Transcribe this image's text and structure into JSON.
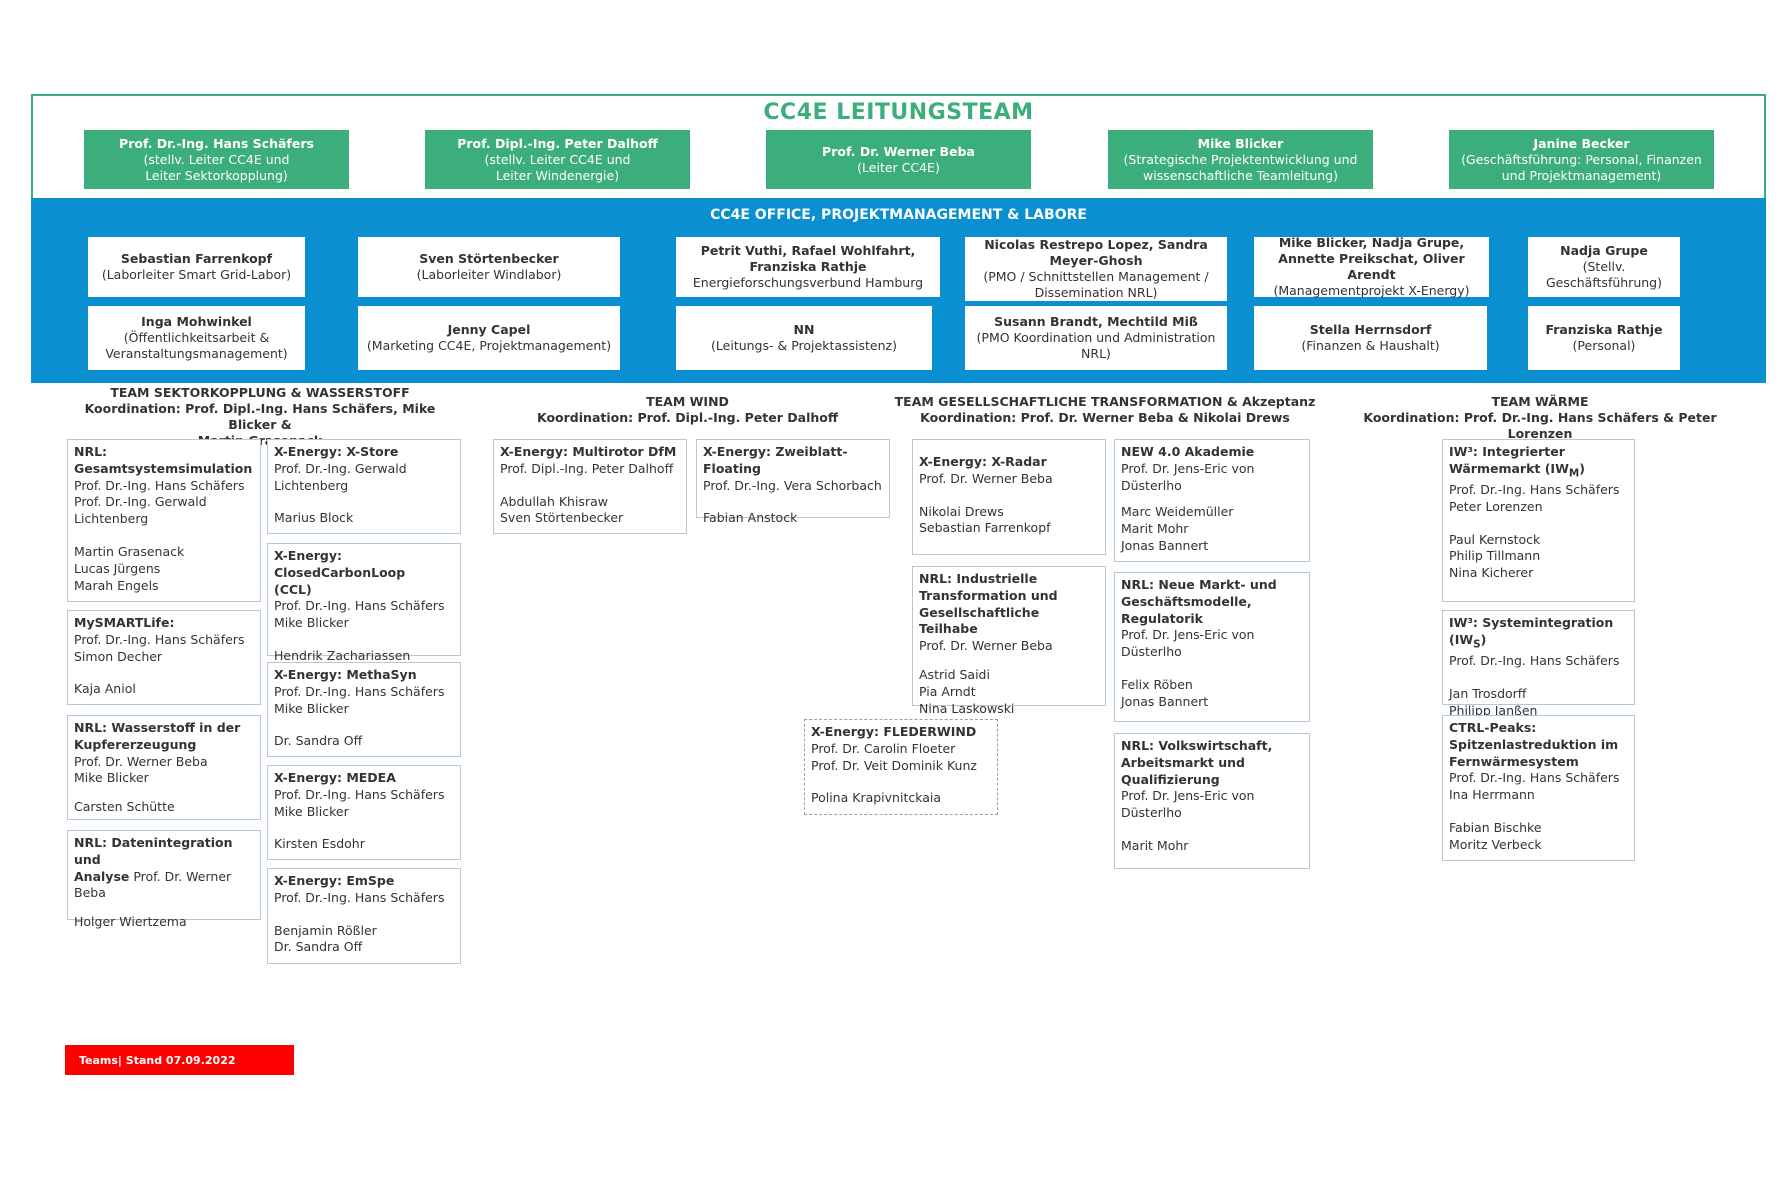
{
  "leitung": {
    "title": "CC4E  LEITUNGSTEAM",
    "members": [
      {
        "name": "Prof. Dr.-Ing. Hans Schäfers",
        "role1": "(stellv. Leiter CC4E und",
        "role2": "Leiter Sektorkopplung)"
      },
      {
        "name": "Prof. Dipl.-Ing. Peter Dalhoff",
        "role1": "(stellv. Leiter CC4E und",
        "role2": "Leiter Windenergie)"
      },
      {
        "name": "Prof. Dr. Werner Beba",
        "role1": "(Leiter CC4E)",
        "role2": ""
      },
      {
        "name": "Mike Blicker",
        "role1": "(Strategische Projektentwicklung und",
        "role2": "wissenschaftliche Teamleitung)"
      },
      {
        "name": "Janine Becker",
        "role1": "(Geschäftsführung: Personal, Finanzen",
        "role2": "und Projektmanagement)"
      }
    ]
  },
  "office": {
    "title": "CC4E OFFICE, PROJEKTMANAGEMENT & LABORE",
    "row1": [
      {
        "name": "Sebastian Farrenkopf",
        "role": "(Laborleiter Smart Grid-Labor)"
      },
      {
        "name": "Sven Störtenbecker",
        "role": "(Laborleiter Windlabor)"
      },
      {
        "name": "Petrit Vuthi, Rafael Wohlfahrt, Franziska Rathje",
        "role": "Energieforschungsverbund Hamburg"
      },
      {
        "name": "Nicolas Restrepo Lopez, Sandra Meyer-Ghosh",
        "role": "(PMO / Schnittstellen Management / Dissemination NRL)"
      },
      {
        "name": "Mike Blicker, Nadja Grupe, Annette Preikschat, Oliver Arendt",
        "role": "(Managementprojekt X-Energy)"
      },
      {
        "name": "Nadja Grupe",
        "role": "(Stellv. Geschäftsführung)"
      }
    ],
    "row2": [
      {
        "name": "Inga Mohwinkel",
        "role": "(Öffentlichkeitsarbeit & Veranstaltungsmanagement)"
      },
      {
        "name": "Jenny Capel",
        "role": "(Marketing CC4E, Projektmanagement)"
      },
      {
        "name": "NN",
        "role": "(Leitungs- & Projektassistenz)"
      },
      {
        "name": "Susann Brandt, Mechtild Miß",
        "role": "(PMO Koordination und Administration NRL)"
      },
      {
        "name": "Stella Herrnsdorf",
        "role": "(Finanzen & Haushalt)"
      },
      {
        "name": "Franziska Rathje",
        "role": "(Personal)"
      }
    ]
  },
  "teams": {
    "sektor": {
      "l1": "TEAM SEKTORKOPPLUNG & WASSERSTOFF",
      "l2": "Koordination: Prof. Dipl.-Ing. Hans Schäfers, Mike Blicker &",
      "l3": "Martin Grasenack"
    },
    "wind": {
      "l1": "TEAM WIND",
      "l2": "Koordination: Prof. Dipl.-Ing. Peter Dalhoff"
    },
    "gesell": {
      "l1": "TEAM GESELLSCHAFTLICHE TRANSFORMATION & Akzeptanz",
      "l2": "Koordination: Prof. Dr. Werner Beba & Nikolai Drews"
    },
    "waerme": {
      "l1": "TEAM WÄRME",
      "l2": "Koordination: Prof. Dr.-Ing. Hans Schäfers & Peter Lorenzen"
    }
  },
  "projects": {
    "nrl_gesamt": {
      "t1": "NRL:",
      "t2": "Gesamtsystemsimulation",
      "a": [
        "Prof. Dr.-Ing. Hans Schäfers",
        "Prof. Dr.-Ing. Gerwald",
        "Lichtenberg"
      ],
      "b": [
        "Martin Grasenack",
        "Lucas Jürgens",
        "Marah Engels"
      ]
    },
    "mysmart": {
      "t1": "MySMARTLife:",
      "a": [
        "Prof. Dr.-Ing. Hans Schäfers",
        "Simon Decher"
      ],
      "b": [
        "Kaja Aniol"
      ]
    },
    "nrl_wasser": {
      "t1": "NRL: Wasserstoff in der",
      "t2": "Kupfererzeugung",
      "a": [
        "Prof. Dr. Werner Beba",
        "Mike Blicker"
      ],
      "b": [
        "Carsten Schütte"
      ]
    },
    "nrl_daten": {
      "t1": "NRL: Datenintegration und",
      "t2": "Analyse",
      "t2b": " Prof. Dr. Werner",
      "a": [
        "Beba"
      ],
      "b": [
        "Holger Wiertzema"
      ]
    },
    "xstore": {
      "t1": "X-Energy: X-Store",
      "a": [
        "Prof. Dr.-Ing. Gerwald",
        "Lichtenberg"
      ],
      "b": [
        "Marius Block"
      ]
    },
    "ccl": {
      "t1": "X-Energy: ClosedCarbonLoop",
      "t2": "(CCL)",
      "a": [
        "Prof. Dr.-Ing. Hans Schäfers",
        "Mike Blicker"
      ],
      "b": [
        "Hendrik Zachariassen"
      ]
    },
    "methasyn": {
      "t1": "X-Energy: MethaSyn",
      "a": [
        "Prof. Dr.-Ing. Hans Schäfers",
        "Mike Blicker"
      ],
      "b": [
        "Dr. Sandra Off"
      ]
    },
    "medea": {
      "t1": "X-Energy: MEDEA",
      "a": [
        "Prof. Dr.-Ing. Hans Schäfers",
        "Mike Blicker"
      ],
      "b": [
        "Kirsten Esdohr"
      ]
    },
    "emspe": {
      "t1": "X-Energy: EmSpe",
      "a": [
        "Prof. Dr.-Ing. Hans Schäfers"
      ],
      "b": [
        "Benjamin Rößler",
        "Dr. Sandra Off"
      ]
    },
    "multirotor": {
      "t1": "X-Energy: Multirotor DfM",
      "a": [
        "Prof. Dipl.-Ing. Peter Dalhoff"
      ],
      "b": [
        "Abdullah Khisraw",
        "Sven Störtenbecker"
      ]
    },
    "zweiblatt": {
      "t1": "X-Energy: Zweiblatt-Floating",
      "a": [
        "Prof. Dr.-Ing. Vera Schorbach"
      ],
      "b": [
        "Fabian Anstock"
      ]
    },
    "xradar": {
      "t1": "X-Energy: X-Radar",
      "a": [
        "Prof. Dr. Werner Beba"
      ],
      "b": [
        "Nikolai Drews",
        "Sebastian Farrenkopf"
      ]
    },
    "nrl_indust": {
      "t1": "NRL: Industrielle",
      "t2": "Transformation und",
      "t3": "Gesellschaftliche Teilhabe",
      "a": [
        "Prof. Dr. Werner Beba"
      ],
      "b": [
        "Astrid Saidi",
        "Pia Arndt",
        "Nina Laskowski"
      ]
    },
    "flederwind": {
      "t1": "X-Energy: FLEDERWIND",
      "a": [
        "Prof. Dr. Carolin Floeter",
        "Prof. Dr. Veit Dominik Kunz"
      ],
      "b": [
        "Polina Krapivnitckaia"
      ]
    },
    "new40": {
      "t1": "NEW 4.0 Akademie",
      "a": [
        "Prof. Dr. Jens-Eric von",
        "Düsterlho"
      ],
      "b": [
        "Marc Weidemüller",
        "Marit Mohr",
        "Jonas Bannert"
      ]
    },
    "nrl_markt": {
      "t1": "NRL: Neue Markt- und",
      "t2": "Geschäftsmodelle,",
      "t3": "Regulatorik",
      "a": [
        "Prof. Dr. Jens-Eric von",
        "Düsterlho"
      ],
      "b": [
        "Felix Röben",
        "Jonas Bannert"
      ]
    },
    "nrl_volks": {
      "t1": "NRL: Volkswirtschaft,",
      "t2": "Arbeitsmarkt und",
      "t3": "Qualifizierung",
      "a": [
        "Prof. Dr. Jens-Eric von",
        "Düsterlho"
      ],
      "b": [
        "Marit Mohr"
      ]
    },
    "iw3_markt": {
      "t1": "IW³: Integrierter",
      "t2": "Wärmemarkt (IW",
      "t2sub": "M",
      "t2end": ")",
      "a": [
        "Prof. Dr.-Ing. Hans Schäfers",
        "Peter Lorenzen"
      ],
      "b": [
        "Paul Kernstock",
        "Philip Tillmann",
        "Nina Kicherer"
      ]
    },
    "iw3_sys": {
      "t1": "IW³: Systemintegration (IW",
      "t1sub": "S",
      "t1end": ")",
      "a": [
        "Prof. Dr.-Ing. Hans Schäfers"
      ],
      "b": [
        "Jan Trosdorff",
        "Philipp Janßen"
      ]
    },
    "ctrl": {
      "t1": "CTRL-Peaks:",
      "t2": "Spitzenlastreduktion im",
      "t3": "Fernwärmesystem",
      "a": [
        "Prof. Dr.-Ing. Hans Schäfers",
        "Ina Herrmann"
      ],
      "b": [
        "Fabian Bischke",
        "Moritz Verbeck"
      ]
    }
  },
  "footer": {
    "stand": "Teams| Stand 07.09.2022"
  },
  "colors": {
    "green": "#3cae7b",
    "blue": "#0a8fd0",
    "red": "#ff0000"
  }
}
